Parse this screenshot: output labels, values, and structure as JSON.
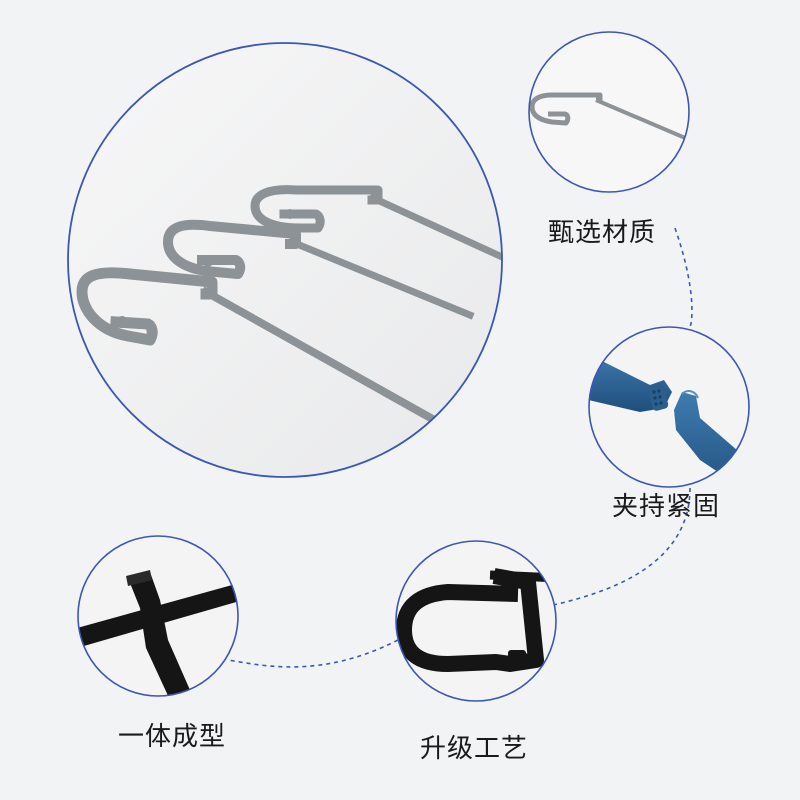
{
  "features": [
    {
      "label": "甄选材质"
    },
    {
      "label": "夹持紧固"
    },
    {
      "label": "一体成型"
    },
    {
      "label": "升级工艺"
    }
  ],
  "colors": {
    "background": "#f2f3f5",
    "ring": "#3b57b5",
    "connector": "#3b57b5",
    "gray_clip": "#8d9296",
    "blue_clip": "#2a5f8e",
    "black_clip": "#151515"
  },
  "icons": [
    "gray-clip-illustration",
    "blue-clip-closeup",
    "black-bar-closeup",
    "black-u-clip"
  ]
}
